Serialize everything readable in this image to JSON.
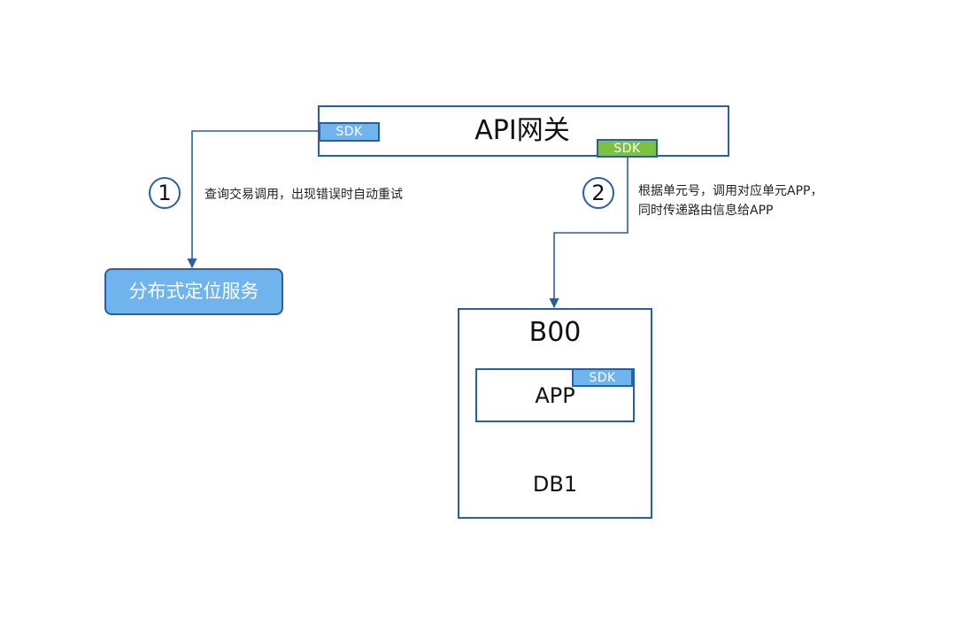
{
  "gateway": {
    "title": "API网关",
    "sdk_left": "SDK",
    "sdk_right": "SDK"
  },
  "step1": {
    "number": "1",
    "text": "查询交易调用，出现错误时自动重试"
  },
  "step2": {
    "number": "2",
    "line1": "根据单元号，调用对应单元APP，",
    "line2": "同时传递路由信息给APP"
  },
  "locator": {
    "label": "分布式定位服务"
  },
  "unit": {
    "title": "B00",
    "app_label": "APP",
    "app_sdk": "SDK",
    "db_label": "DB1"
  },
  "colors": {
    "border": "#2b5fa3",
    "sdk_blue": "#6fb4ec",
    "sdk_green": "#7ac23f",
    "locator_fill": "#6fb4ec"
  }
}
